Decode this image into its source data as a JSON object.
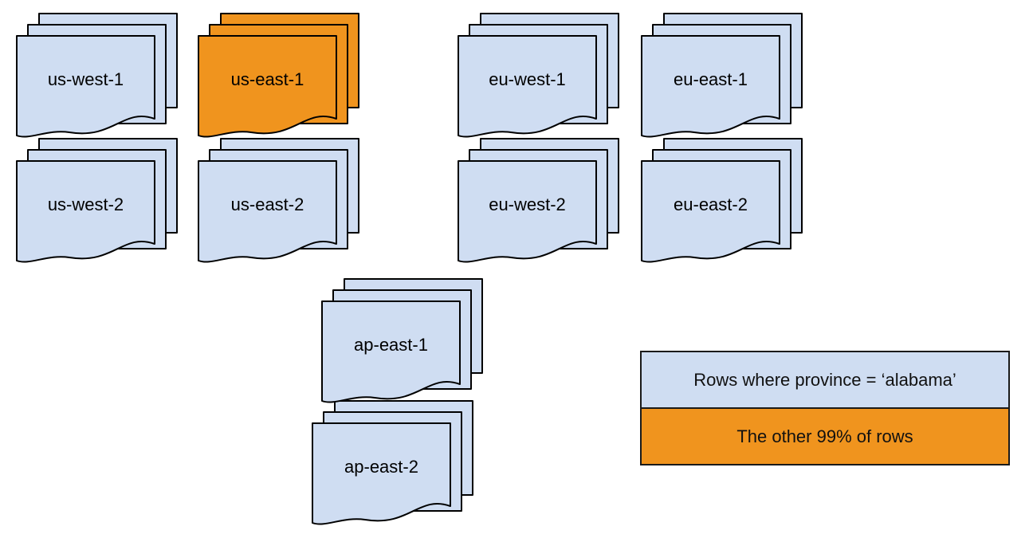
{
  "diagram": {
    "title": "region-document-stacks",
    "stacks": [
      {
        "label": "us-west-1",
        "variant": "blue"
      },
      {
        "label": "us-east-1",
        "variant": "orange"
      },
      {
        "label": "eu-west-1",
        "variant": "blue"
      },
      {
        "label": "eu-east-1",
        "variant": "blue"
      },
      {
        "label": "us-west-2",
        "variant": "blue"
      },
      {
        "label": "us-east-2",
        "variant": "blue"
      },
      {
        "label": "eu-west-2",
        "variant": "blue"
      },
      {
        "label": "eu-east-2",
        "variant": "blue"
      },
      {
        "label": "ap-east-1",
        "variant": "blue"
      },
      {
        "label": "ap-east-2",
        "variant": "blue"
      }
    ],
    "legend": {
      "items": [
        {
          "label": "Rows where province = ‘alabama’",
          "variant": "blue"
        },
        {
          "label": "The other 99% of rows",
          "variant": "orange"
        }
      ]
    },
    "colors": {
      "page_blue": "#CFDDF2",
      "page_orange": "#F0941E",
      "stroke": "#000000",
      "legend_border": "#1a1a1a"
    }
  }
}
